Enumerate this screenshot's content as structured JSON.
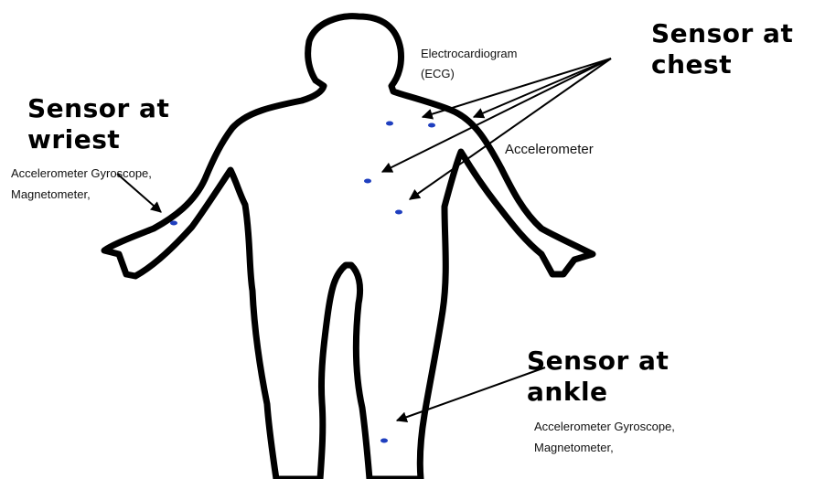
{
  "wrist": {
    "heading_line1": "Sensor at",
    "heading_line2": "wriest",
    "sensors_line1": "Accelerometer Gyroscope,",
    "sensors_line2": "Magnetometer,"
  },
  "chest": {
    "heading_line1": "Sensor at",
    "heading_line2": "chest",
    "ecg_line1": "Electrocardiogram",
    "ecg_line2": "(ECG)",
    "accelerometer": "Accelerometer"
  },
  "ankle": {
    "heading_line1": "Sensor at",
    "heading_line2": "ankle",
    "sensors_line1": "Accelerometer Gyroscope,",
    "sensors_line2": "Magnetometer,"
  },
  "colors": {
    "outline": "#000000",
    "sensor_dot": "#1f3fbf",
    "background": "#ffffff"
  }
}
